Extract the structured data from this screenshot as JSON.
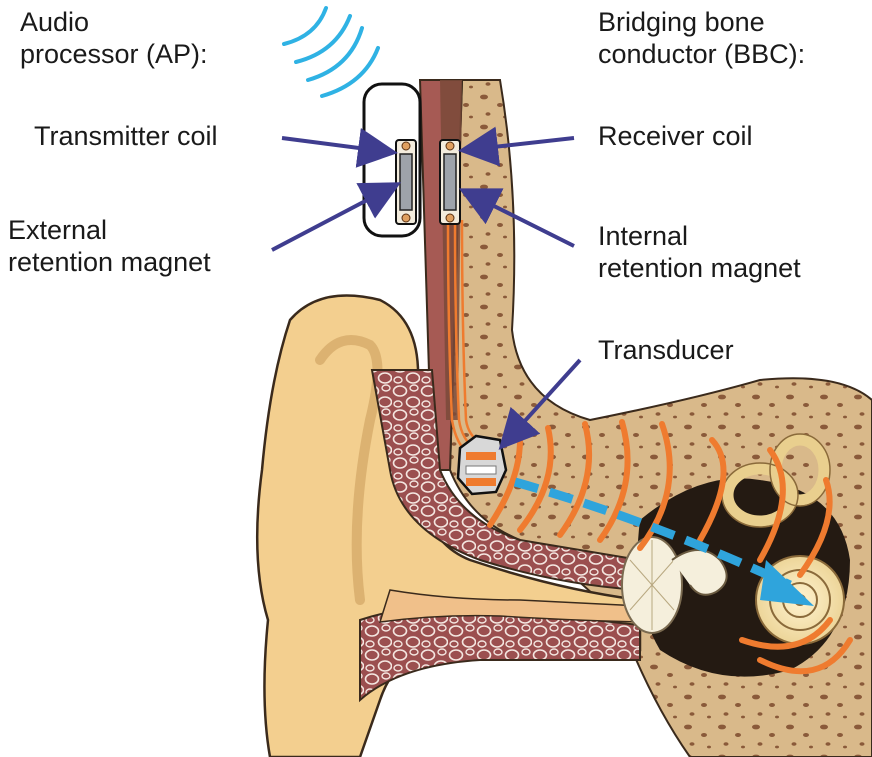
{
  "labels": {
    "audio_processor": [
      "Audio",
      "processor (AP):"
    ],
    "bridging_bone_conductor": [
      "Bridging bone",
      "conductor (BBC):"
    ],
    "transmitter_coil": "Transmitter coil",
    "receiver_coil": "Receiver coil",
    "external_retention_magnet": [
      "External",
      "retention magnet"
    ],
    "internal_retention_magnet": [
      "Internal",
      "retention magnet"
    ],
    "transducer": "Transducer"
  },
  "icons": [
    "wireless-signal-icon",
    "pointer-arrow-icon",
    "sound-wave-icon",
    "vibration-path-arrow-icon"
  ],
  "colors": {
    "pointer_arrow": "#3f3d8f",
    "signal_waves": "#2fb2e4",
    "vibration_waves": "#ef7b2f",
    "vibration_path": "#2fa4dc",
    "skin": "#f3cf8f",
    "bone": "#d9b98a",
    "bone_pores": "#8a5a3a",
    "soft_tissue": "#9b4f4f",
    "cavity": "#241a12"
  }
}
